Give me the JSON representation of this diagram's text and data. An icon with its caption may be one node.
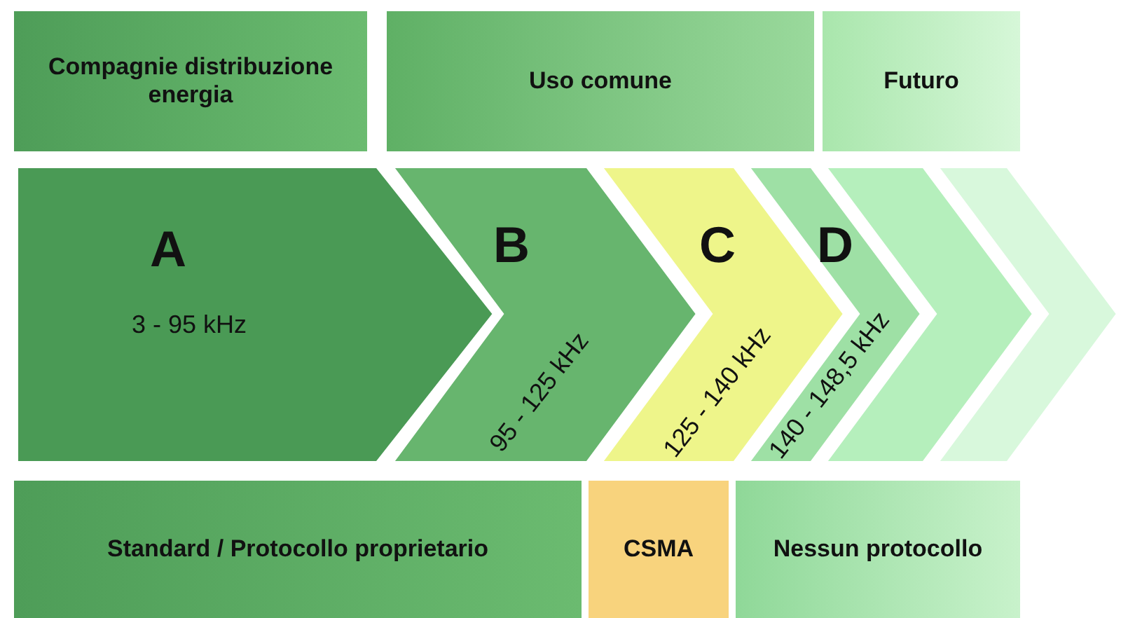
{
  "diagram": {
    "nodes": [
      {
        "text": [
          "Compagnie distribuzione energia"
        ]
      },
      {
        "text": [
          "Uso comune"
        ]
      },
      {
        "text": [
          "Futuro"
        ]
      },
      {
        "text": [
          "A",
          "3 - 95 kHz"
        ]
      },
      {
        "text": [
          "B",
          "95 - 125 kHz"
        ]
      },
      {
        "text": [
          "C",
          "125 - 140 kHz"
        ]
      },
      {
        "text": [
          "D",
          "140 - 148,5 kHz"
        ]
      },
      {
        "text": [],
        "shape": "chevron"
      },
      {
        "text": [],
        "shape": "chevron"
      },
      {
        "text": [
          "Standard / Protocollo proprietario"
        ]
      },
      {
        "text": [
          "CSMA"
        ]
      },
      {
        "text": [
          "Nessun protocollo"
        ]
      }
    ]
  }
}
